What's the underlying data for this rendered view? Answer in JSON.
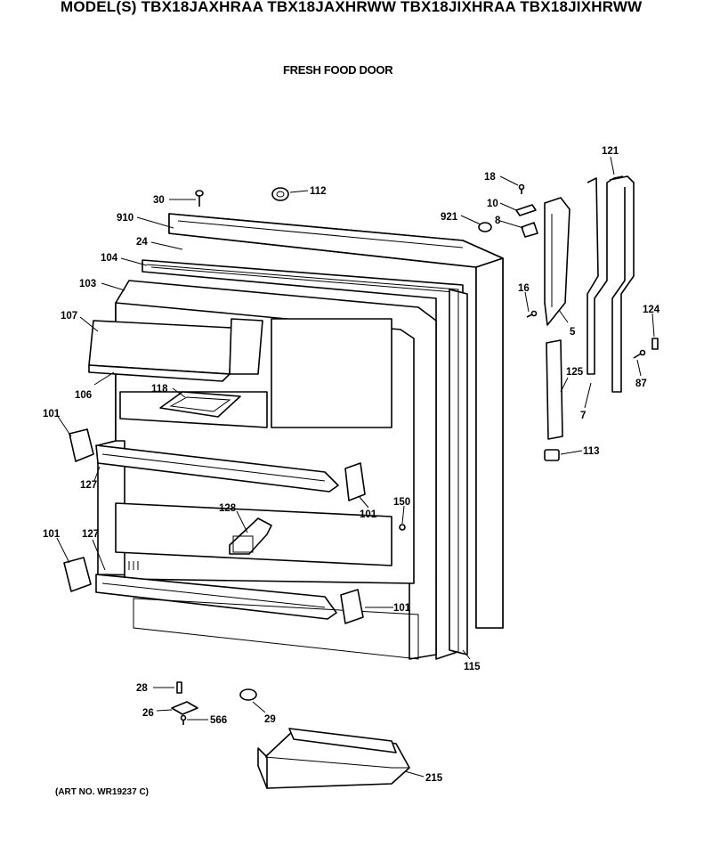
{
  "header": {
    "models_title": "MODEL(S) TBX18JAXHRAA  TBX18JAXHRWW  TBX18JIXHRAA  TBX18JIXHRWW",
    "section_title": "FRESH FOOD DOOR",
    "art_number": "(ART NO. WR19237 C)"
  },
  "parts": {
    "p30": "30",
    "p112": "112",
    "p910": "910",
    "p24": "24",
    "p104": "104",
    "p103": "103",
    "p107": "107",
    "p106": "106",
    "p118": "118",
    "p101a": "101",
    "p127a": "127",
    "p128": "128",
    "p101b": "101",
    "p150": "150",
    "p101c": "101",
    "p127b": "127",
    "p101d": "101",
    "p115": "115",
    "p18": "18",
    "p10": "10",
    "p8": "8",
    "p921": "921",
    "p16": "16",
    "p5": "5",
    "p121": "121",
    "p124": "124",
    "p87": "87",
    "p125": "125",
    "p7": "7",
    "p113": "113",
    "p28": "28",
    "p26": "26",
    "p566": "566",
    "p29": "29",
    "p215": "215"
  }
}
